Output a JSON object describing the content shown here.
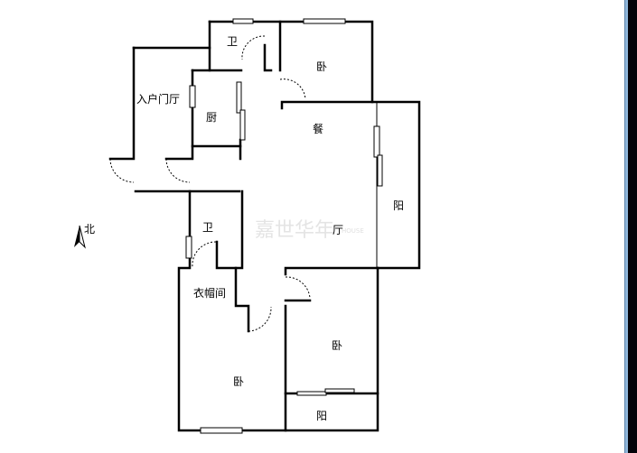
{
  "rooms": {
    "bath_top": "卫",
    "bedroom_top": "卧",
    "entry_hall": "入户门厅",
    "kitchen": "厨",
    "dining": "餐",
    "balcony_right": "阳",
    "living": "厅",
    "bath_lower": "卫",
    "cloakroom": "衣帽间",
    "bedroom_right": "卧",
    "bedroom_left": "卧",
    "balcony_bottom": "阳"
  },
  "compass": {
    "label": "北"
  },
  "watermark": {
    "main": "嘉世华年",
    "sub": "HOUSE"
  }
}
